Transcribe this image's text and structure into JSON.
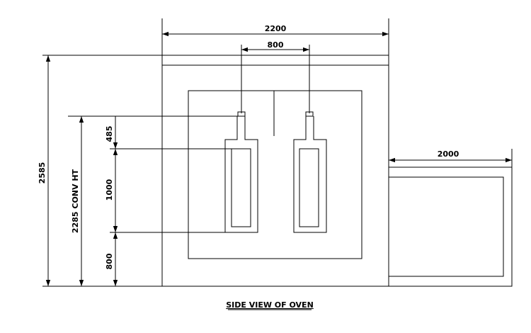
{
  "drawing": {
    "title": "SIDE VIEW OF OVEN",
    "dimensions": {
      "oven_width": "2200",
      "hanger_spacing": "800",
      "conveyor_extension": "2000",
      "overall_height": "2585",
      "conveyor_height": "2285 CONV HT",
      "top_gap": "485",
      "part_height": "1000",
      "bottom_gap": "800"
    }
  }
}
